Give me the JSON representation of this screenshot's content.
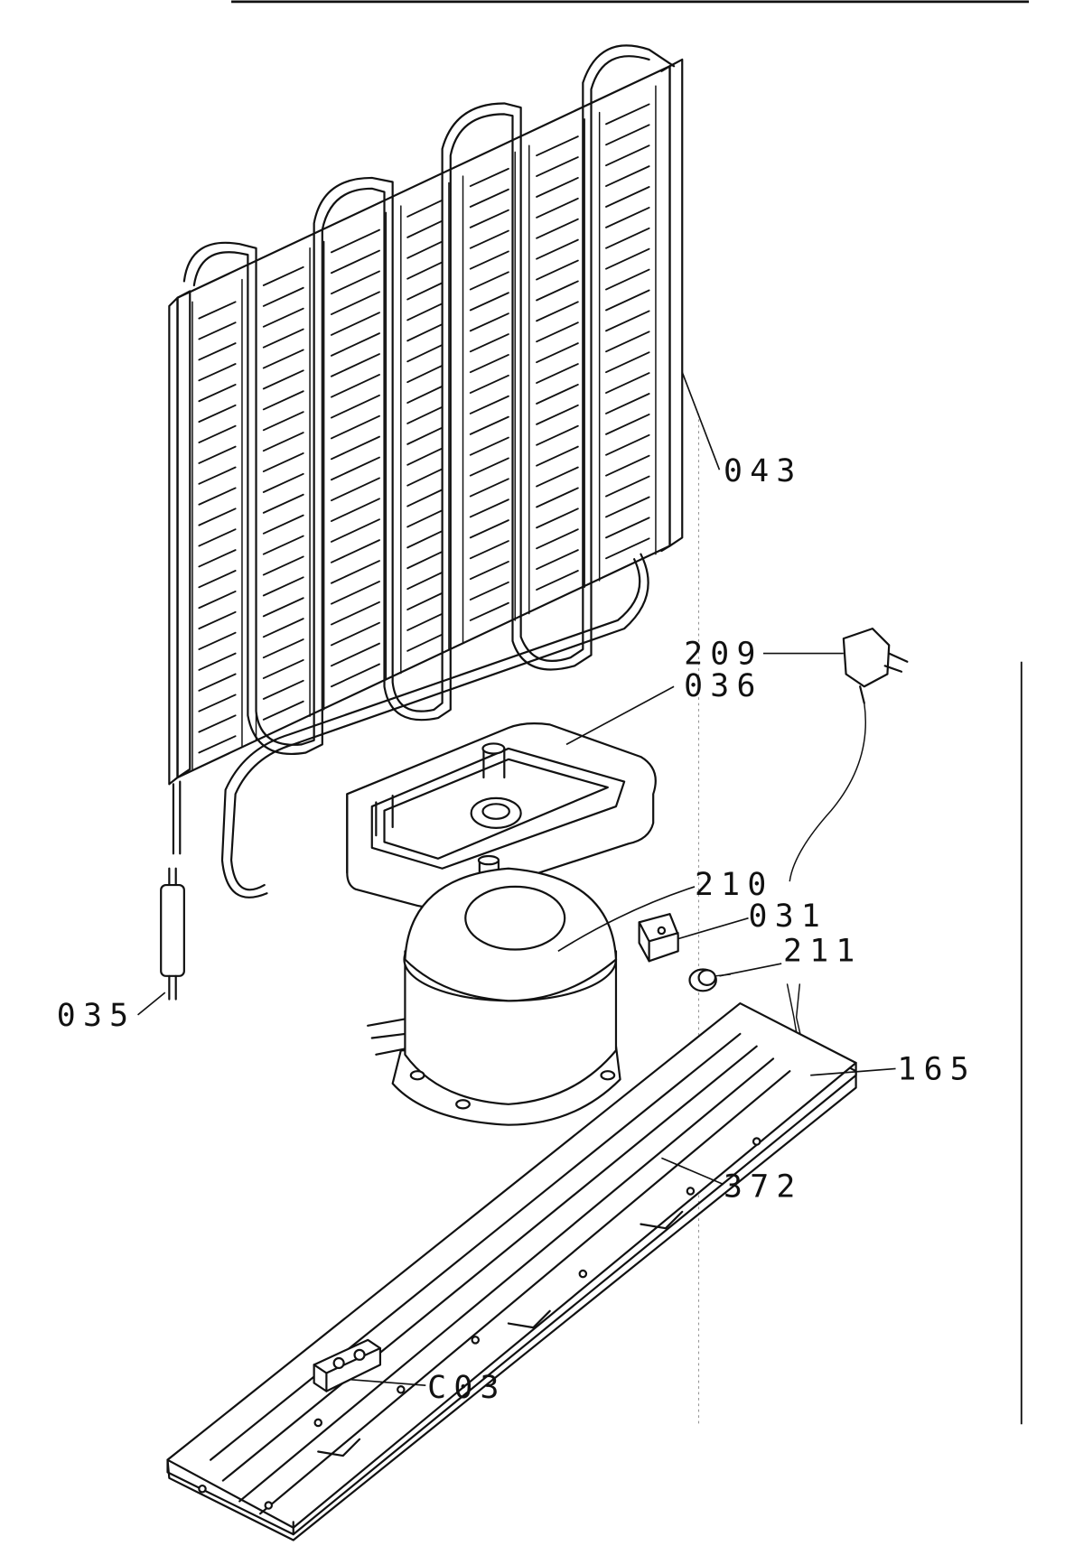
{
  "diagram": {
    "part_labels": {
      "condenser": "043",
      "plug": "209",
      "drip_tray": "036",
      "compressor": "210",
      "relay": "031",
      "overload": "211",
      "filter_drier": "035",
      "capacitor": "165",
      "base_plate": "372",
      "terminal_block": "C03"
    }
  }
}
